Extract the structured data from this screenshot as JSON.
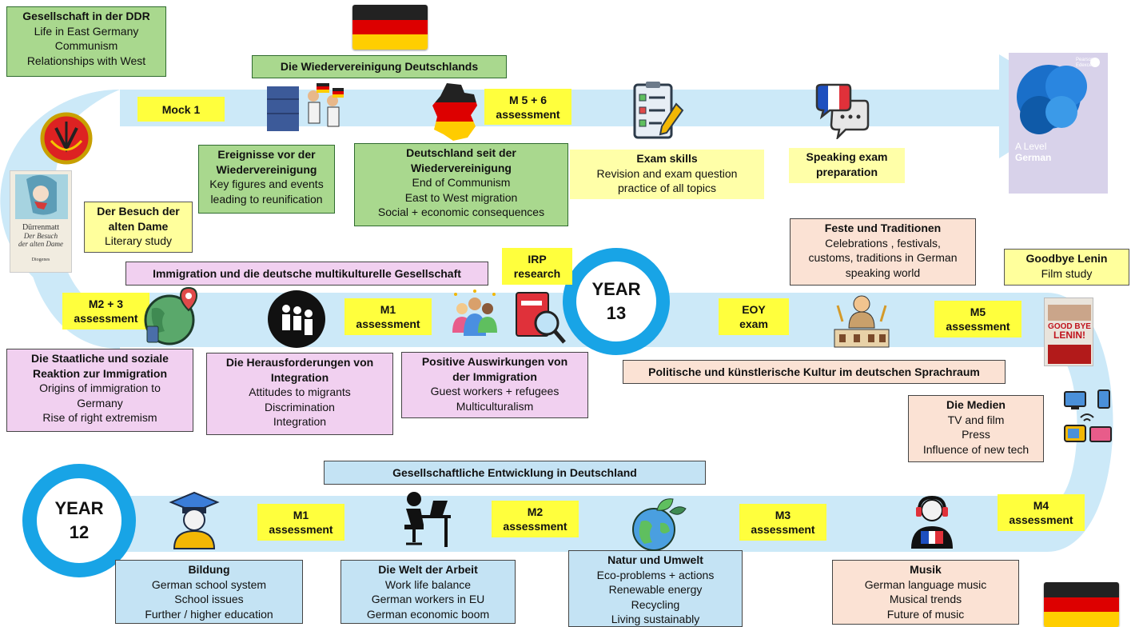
{
  "colors": {
    "track": "#cce9f8",
    "ring": "#18a4e6",
    "label_yellow": "#ffff3d",
    "green": "#a9d88e",
    "pink": "#f1d0f0",
    "peach": "#fbe2d4",
    "blue": "#c4e3f4"
  },
  "year13": {
    "line1": "YEAR",
    "line2": "13"
  },
  "year12": {
    "line1": "YEAR",
    "line2": "12"
  },
  "assessments": {
    "mock1": "Mock 1",
    "m56_1": "M 5 + 6",
    "m56_2": "assessment",
    "m23_1": "M2 + 3",
    "m23_2": "assessment",
    "m1a_1": "M1",
    "m1a_2": "assessment",
    "irp_1": "IRP",
    "irp_2": "research",
    "eoy_1": "EOY",
    "eoy_2": "exam",
    "m5_1": "M5",
    "m5_2": "assessment",
    "m1b_1": "M1",
    "m1b_2": "assessment",
    "m2_1": "M2",
    "m2_2": "assessment",
    "m3_1": "M3",
    "m3_2": "assessment",
    "m4_1": "M4",
    "m4_2": "assessment"
  },
  "ddr": {
    "title": "Gesellschaft in der DDR",
    "l1": "Life in East Germany",
    "l2": "Communism",
    "l3": "Relationships with West"
  },
  "wiedervereinigung": {
    "title": "Die Wiedervereinigung Deutschlands"
  },
  "ereignisse": {
    "t1": "Ereignisse vor der",
    "t2": "Wiedervereinigung",
    "l1": "Key figures and events",
    "l2": "leading to reunification"
  },
  "seit": {
    "t1": "Deutschland seit der",
    "t2": "Wiedervereinigung",
    "l1": "End of Communism",
    "l2": "East to West migration",
    "l3": "Social + economic consequences"
  },
  "exam": {
    "title": "Exam skills",
    "l1": "Revision and exam question",
    "l2": "practice of all topics"
  },
  "speaking": {
    "t1": "Speaking exam",
    "t2": "preparation"
  },
  "besuch": {
    "t1": "Der Besuch der",
    "t2": "alten Dame",
    "l1": "Literary study"
  },
  "immigration_banner": {
    "title": "Immigration und die deutsche multikulturelle Gesellschaft"
  },
  "feste": {
    "title": "Feste und Traditionen",
    "l1": "Celebrations , festivals,",
    "l2": "customs, traditions in German",
    "l3": "speaking world"
  },
  "lenin": {
    "title": "Goodbye Lenin",
    "l1": "Film study"
  },
  "staatliche": {
    "t1": "Die Staatliche und soziale",
    "t2": "Reaktion zur Immigration",
    "l1": "Origins of immigration to",
    "l2": "Germany",
    "l3": "Rise of right extremism"
  },
  "herausforderungen": {
    "t1": "Die Herausforderungen von",
    "t2": "Integration",
    "l1": "Attitudes to migrants",
    "l2": "Discrimination",
    "l3": "Integration"
  },
  "positive": {
    "t1": "Positive Auswirkungen von",
    "t2": "der Immigration",
    "l1": "Guest workers + refugees",
    "l2": "Multiculturalism"
  },
  "politische": {
    "title": "Politische und künstlerische Kultur im deutschen Sprachraum"
  },
  "medien": {
    "title": "Die Medien",
    "l1": "TV and film",
    "l2": "Press",
    "l3": "Influence of new tech"
  },
  "gesellschaftliche": {
    "title": "Gesellschaftliche Entwicklung in Deutschland"
  },
  "bildung": {
    "title": "Bildung",
    "l1": "German school system",
    "l2": "School issues",
    "l3": "Further / higher education"
  },
  "arbeit": {
    "title": "Die Welt der Arbeit",
    "l1": "Work life balance",
    "l2": "German workers in EU",
    "l3": "German economic boom"
  },
  "natur": {
    "title": "Natur und Umwelt",
    "l1": "Eco-problems + actions",
    "l2": "Renewable energy",
    "l3": "Recycling",
    "l4": "Living sustainably"
  },
  "musik": {
    "title": "Musik",
    "l1": "German language music",
    "l2": "Musical trends",
    "l3": "Future of music"
  },
  "book_cover": {
    "t1": "A Level",
    "t2": "German",
    "publisher": "Pearson Edexcel"
  },
  "durrenmatt": {
    "author": "Dürrenmatt",
    "t1": "Der Besuch",
    "t2": "der alten Dame",
    "publisher": "Diogenes"
  },
  "poster": {
    "t1": "GOOD BYE",
    "t2": "LENIN!"
  },
  "icons": [
    "flag-germany-icon",
    "ddr-emblem-icon",
    "wall-icon",
    "germany-map-icon",
    "checklist-icon",
    "speech-bubble-icon",
    "globe-location-icon",
    "group-icon",
    "people-icon",
    "book-search-icon",
    "tradition-icon",
    "media-devices-icon",
    "graduate-icon",
    "desk-worker-icon",
    "eco-globe-icon",
    "music-listener-icon"
  ]
}
